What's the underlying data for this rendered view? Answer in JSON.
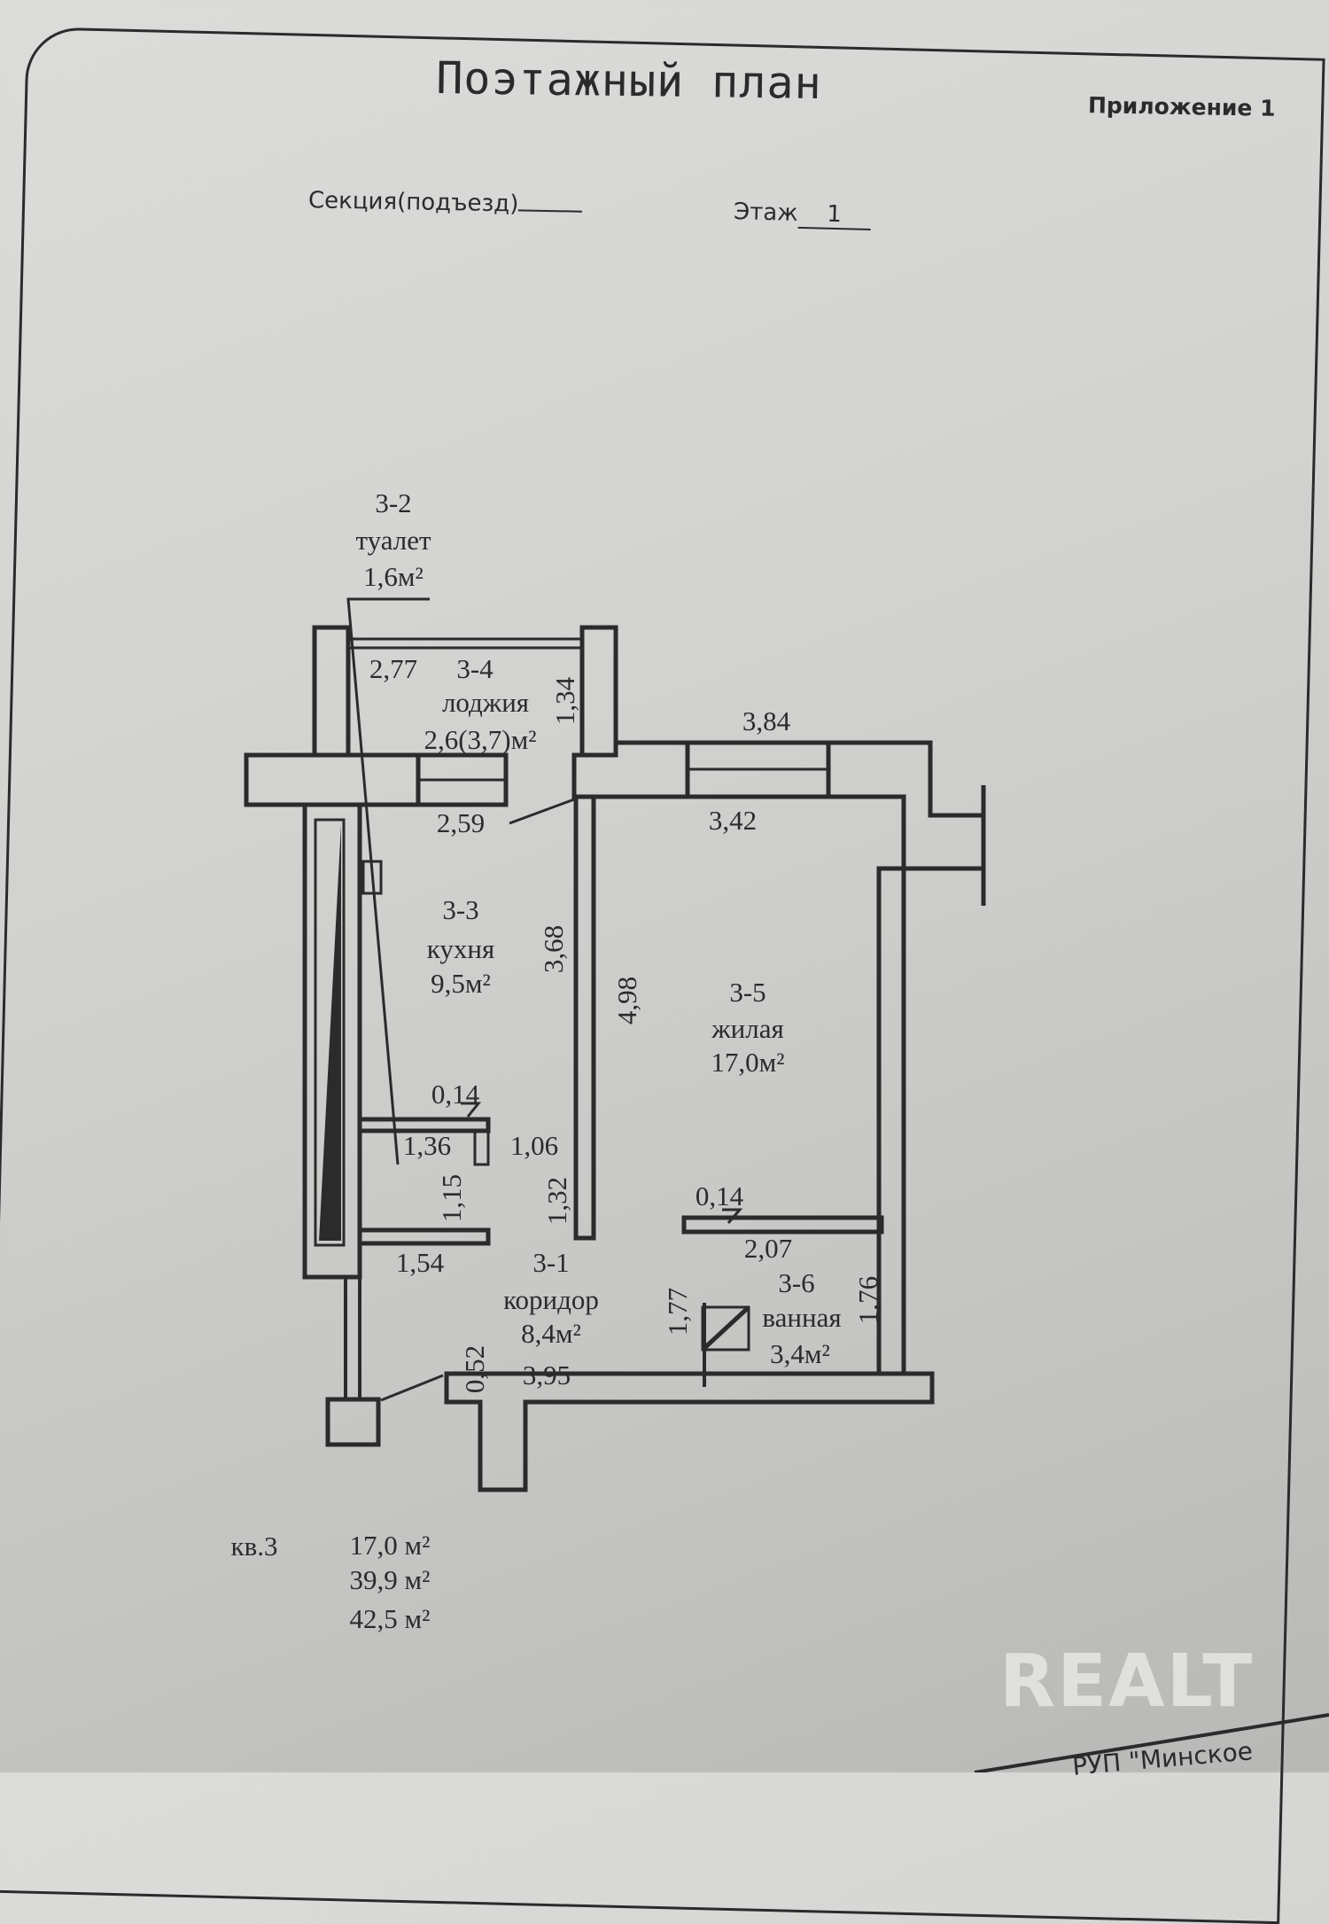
{
  "header": {
    "title": "Поэтажный план",
    "appendix": "Приложение 1",
    "section_label": "Секция(подъезд)",
    "floor_label": "Этаж",
    "floor_value": "1"
  },
  "rooms": [
    {
      "id": "3-1",
      "name": "коридор",
      "area": "8,4м²"
    },
    {
      "id": "3-2",
      "name": "туалет",
      "area": "1,6м²"
    },
    {
      "id": "3-3",
      "name": "кухня",
      "area": "9,5м²"
    },
    {
      "id": "3-4",
      "name": "лоджия",
      "area": "2,6(3,7)м²"
    },
    {
      "id": "3-5",
      "name": "жилая",
      "area": "17,0м²"
    },
    {
      "id": "3-6",
      "name": "ванная",
      "area": "3,4м²"
    }
  ],
  "dimensions": {
    "loggia_width": "2,77",
    "loggia_depth": "1,34",
    "kitchen_width": "2,59",
    "kitchen_length": "3,68",
    "living_outer": "3,84",
    "living_width": "3,42",
    "living_length": "4,98",
    "wall_014_a": "0,14",
    "toilet_136": "1,36",
    "toilet_106": "1,06",
    "toilet_115": "1,15",
    "corridor_132": "1,32",
    "wall_014_b": "0,14",
    "bath_207": "2,07",
    "corridor_154": "1,54",
    "bath_177": "1,77",
    "bath_176": "1,76",
    "corridor_052": "0,52",
    "corridor_395": "3,95"
  },
  "summary": {
    "apartment": "кв.3",
    "living_area": "17,0 м²",
    "total_area": "39,9 м²",
    "total_with_loggia": "42,5 м²"
  },
  "watermark": "REALT",
  "footer_org": "РУП \"Минское"
}
